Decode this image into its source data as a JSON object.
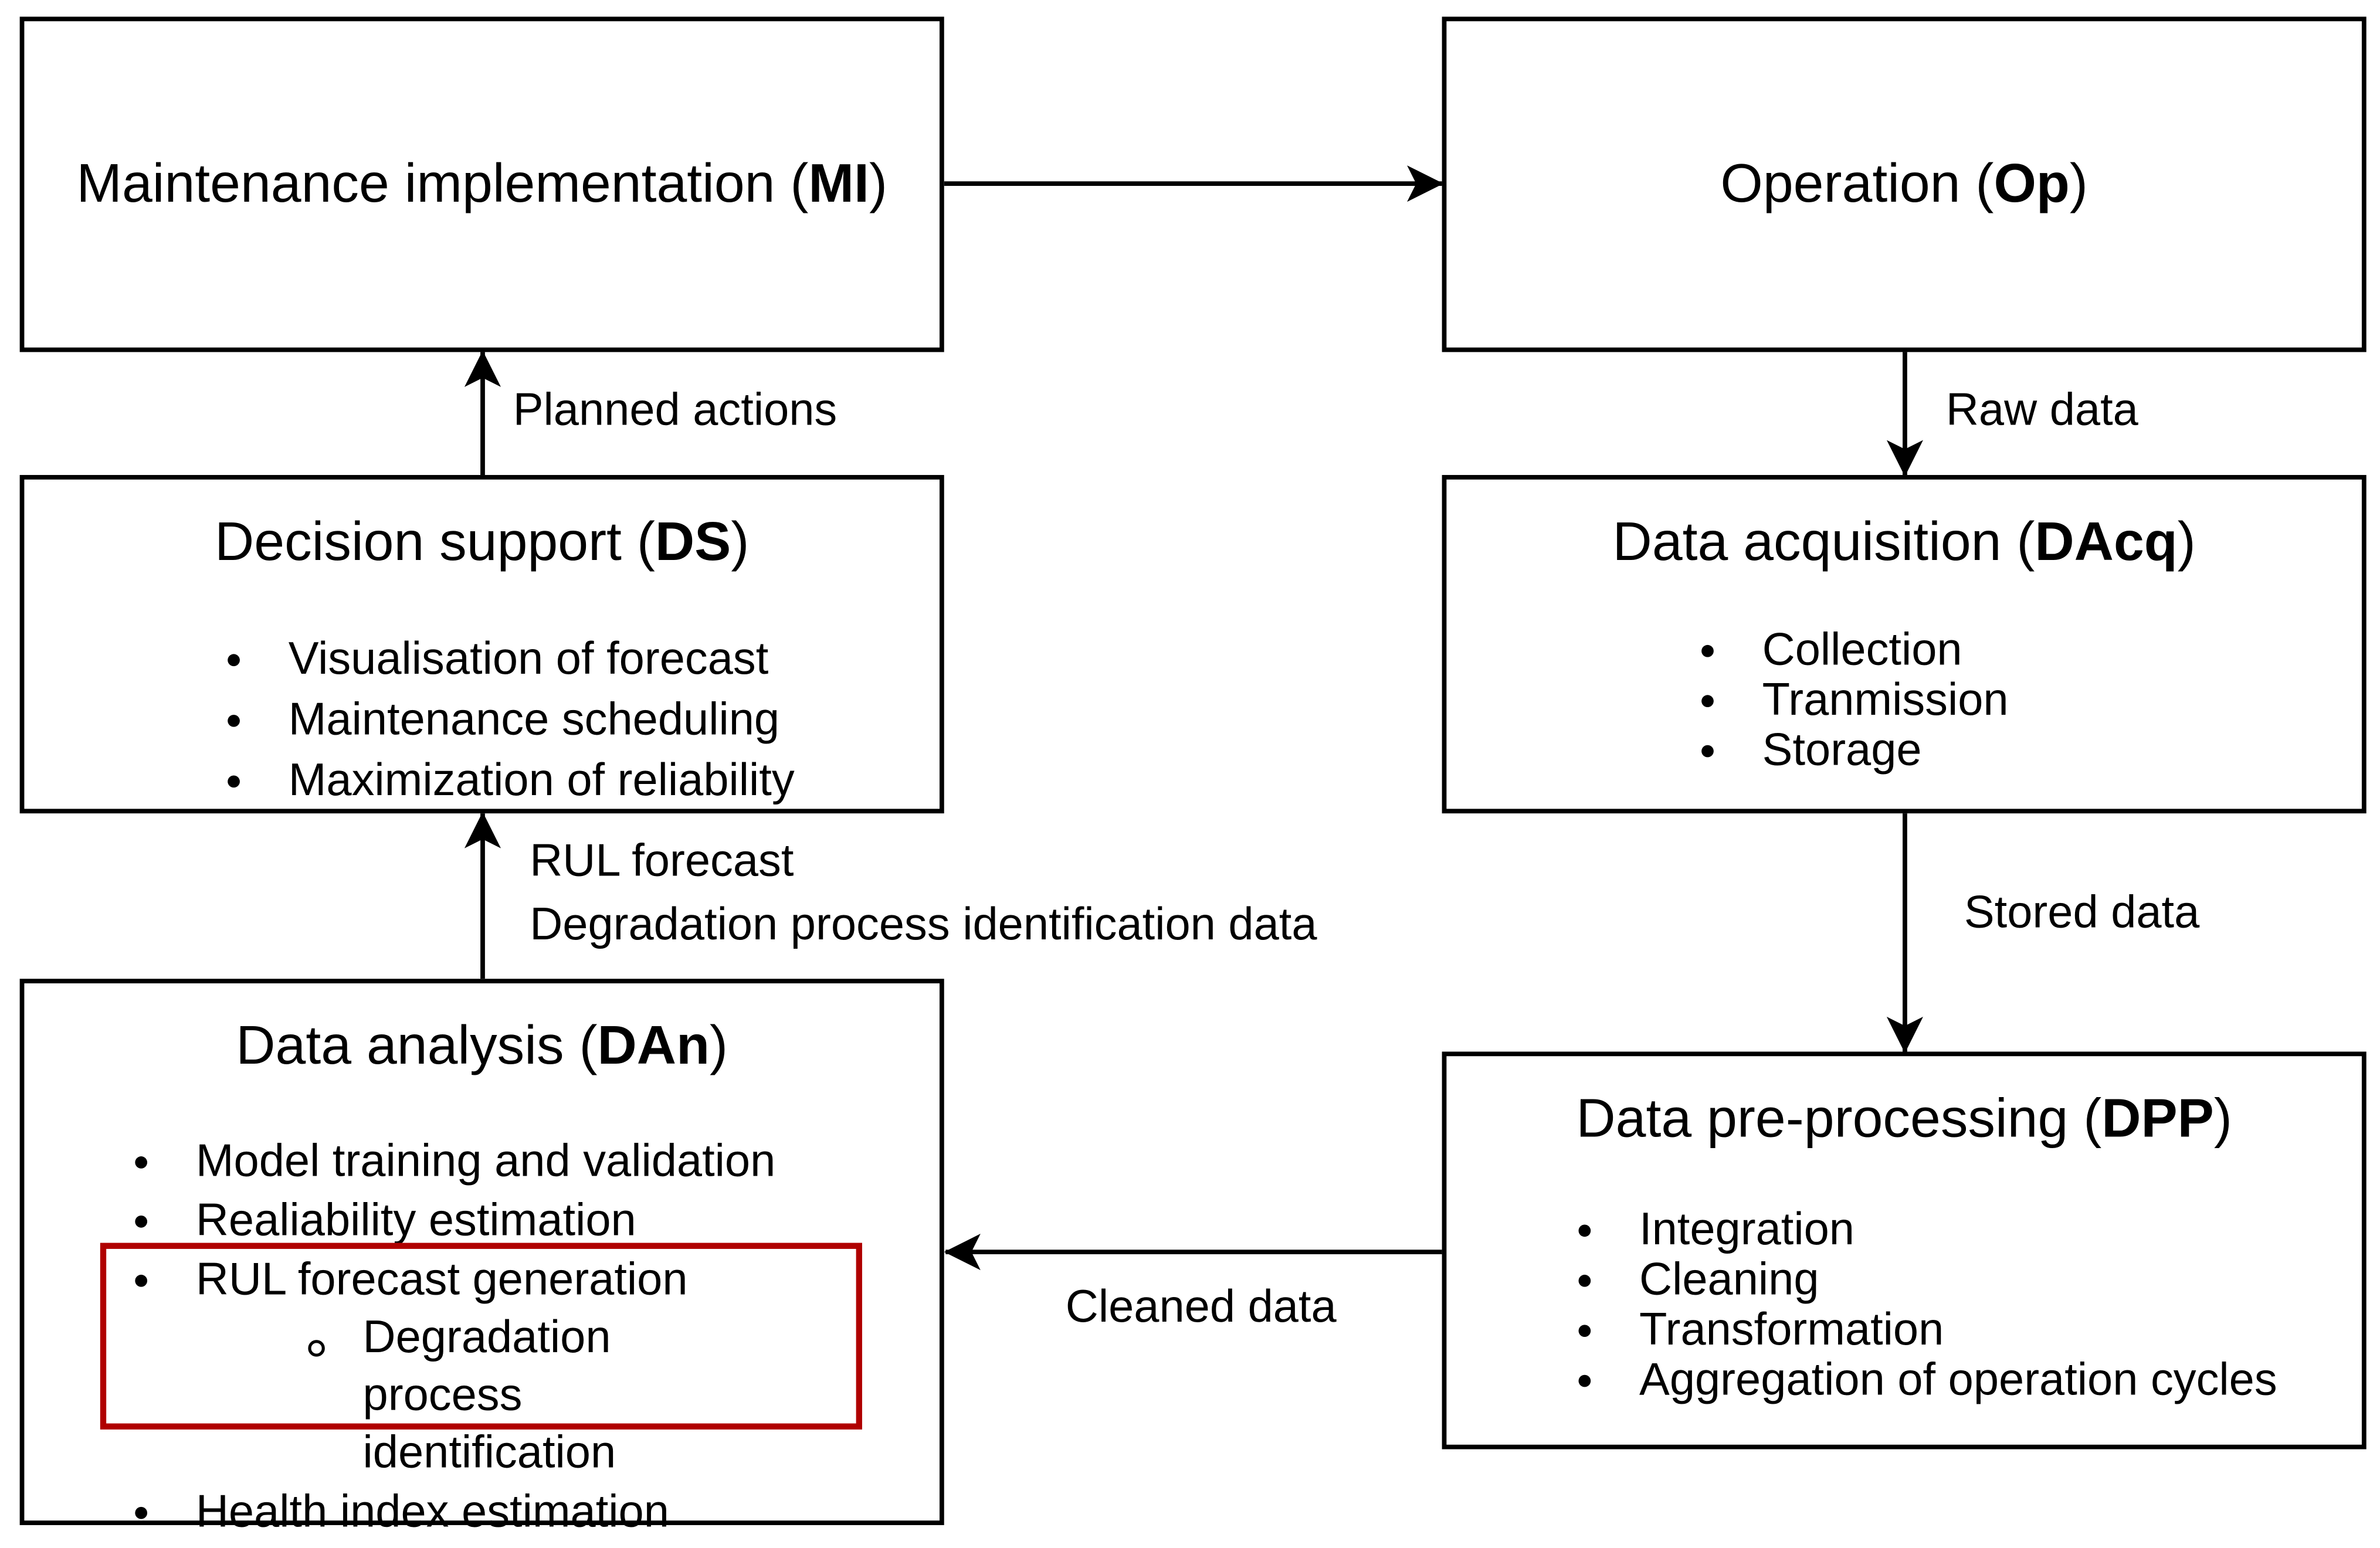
{
  "boxes": {
    "mi": {
      "title": "Maintenance implementation (",
      "abbr": "MI",
      "close": ")"
    },
    "op": {
      "title": "Operation (",
      "abbr": "Op",
      "close": ")"
    },
    "ds": {
      "title": "Decision support (",
      "abbr": "DS",
      "close": ")",
      "items": [
        "Visualisation of forecast",
        "Maintenance scheduling",
        "Maximization of reliability"
      ]
    },
    "dacq": {
      "title": "Data acquisition (",
      "abbr": "DAcq",
      "close": ")",
      "items": [
        "Collection",
        "Tranmission",
        "Storage"
      ]
    },
    "dan": {
      "title": "Data analysis (",
      "abbr": "DAn",
      "close": ")",
      "items": [
        "Model training and validation",
        "Realiability estimation",
        "RUL forecast generation",
        "Health index estimation"
      ],
      "subitem": "Degradation process identification"
    },
    "dpp": {
      "title": "Data pre-processing (",
      "abbr": "DPP",
      "close": ")",
      "items": [
        "Integration",
        "Cleaning",
        "Transformation",
        "Aggregation of operation cycles"
      ]
    }
  },
  "edges": {
    "planned_actions": "Planned actions",
    "raw_data": "Raw data",
    "rul_forecast": "RUL forecast",
    "degradation_data": "Degradation process identification data",
    "stored_data": "Stored data",
    "cleaned_data": "Cleaned data"
  },
  "colors": {
    "highlight": "#b00000",
    "stroke": "#000000"
  }
}
